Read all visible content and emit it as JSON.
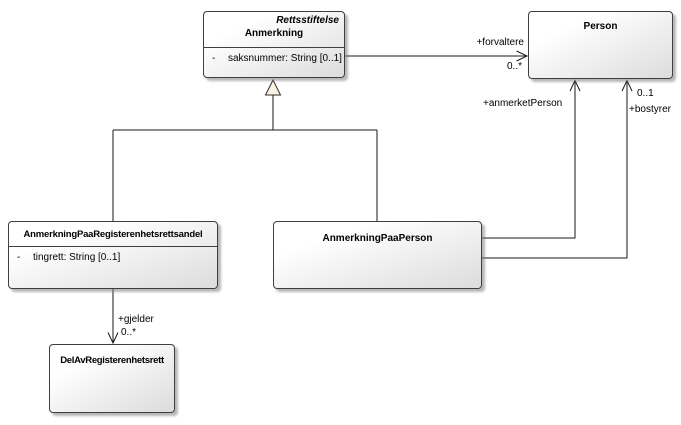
{
  "diagram": {
    "type": "uml-class-diagram",
    "background": "#ffffff",
    "colors": {
      "box_border": "#3f3f3f",
      "box_fill_top": "#ffffff",
      "box_fill_bottom": "#dcdcdc",
      "connector_line": "#1a1a1a",
      "generalization_arrow_fill": "#fbf2df",
      "text": "#000000"
    },
    "classes": {
      "anmerkning": {
        "stereotype": "Rettsstiftelse",
        "name": "Anmerkning",
        "attributes": [
          {
            "visibility": "-",
            "signature": "saksnummer: String [0..1]"
          }
        ]
      },
      "person": {
        "name": "Person"
      },
      "anmerkningPaaRegisterenhetsrettsandel": {
        "name": "AnmerkningPaaRegisterenhetsrettsandel",
        "attributes": [
          {
            "visibility": "-",
            "signature": "tingrett: String [0..1]"
          }
        ]
      },
      "anmerkningPaaPerson": {
        "name": "AnmerkningPaaPerson"
      },
      "delAvRegisterenhetsrett": {
        "name": "DelAvRegisterenhetsrett"
      }
    },
    "relationships": {
      "forvaltere": {
        "kind": "association",
        "source": "Anmerkning",
        "target": "Person",
        "role": "+forvaltere",
        "multiplicity": "0..*"
      },
      "anmerketPerson": {
        "kind": "association",
        "source": "AnmerkningPaaPerson",
        "target": "Person",
        "role": "+anmerketPerson"
      },
      "bostyrer": {
        "kind": "association",
        "source": "AnmerkningPaaPerson",
        "target": "Person",
        "role": "+bostyrer",
        "multiplicity": "0..1"
      },
      "gjelder": {
        "kind": "association",
        "source": "AnmerkningPaaRegisterenhetsrettsandel",
        "target": "DelAvRegisterenhetsrett",
        "role": "+gjelder",
        "multiplicity": "0..*"
      },
      "generalizationLeft": {
        "kind": "generalization",
        "source": "AnmerkningPaaRegisterenhetsrettsandel",
        "target": "Anmerkning"
      },
      "generalizationRight": {
        "kind": "generalization",
        "source": "AnmerkningPaaPerson",
        "target": "Anmerkning"
      }
    }
  }
}
